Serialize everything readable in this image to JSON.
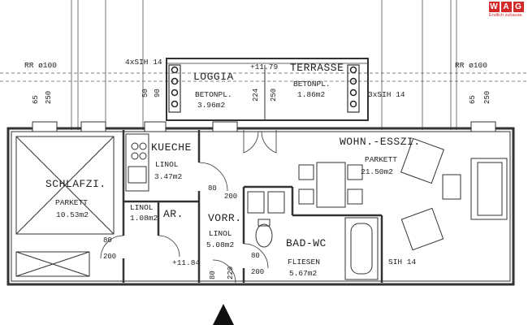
{
  "brand": {
    "letters": [
      "W",
      "A",
      "G"
    ],
    "tagline": "Endlich zuhause.",
    "color": "#d22a2a"
  },
  "rooms": {
    "loggia": {
      "name": "LOGGIA",
      "floor": "BETONPL.",
      "area": "3.96m2"
    },
    "terrasse": {
      "name": "TERRASSE",
      "floor": "BETONPL.",
      "area": "1.86m2"
    },
    "kueche": {
      "name": "KUECHE",
      "floor": "LINOL",
      "area": "3.47m2"
    },
    "wohnen": {
      "name": "WOHN.-ESSZI.",
      "floor": "PARKETT",
      "area": "21.50m2"
    },
    "schlafzi": {
      "name": "SCHLAFZI.",
      "floor": "PARKETT",
      "area": "10.53m2"
    },
    "ar": {
      "name": "AR.",
      "floor": "LINOL",
      "area": "1.08m2"
    },
    "vorr": {
      "name": "VORR.",
      "floor": "LINOL",
      "area": "5.08m2"
    },
    "bad": {
      "name": "BAD-WC",
      "floor": "FLIESEN",
      "area": "5.67m2"
    }
  },
  "annotations": {
    "rr_left": "RR ø100",
    "rr_right": "RR ø100",
    "sih_top": "4xSIH 14",
    "sih_right": "3xSIH 14",
    "sih_bottom": "SIH 14",
    "level_top": "+11.79",
    "level_bottom": "+11.84"
  },
  "dims": {
    "d65_left": "65",
    "d250_left": "250",
    "d50": "50",
    "d90": "90",
    "d224": "224",
    "d250_mid": "250",
    "d65_right": "65",
    "d250_right": "250",
    "door_kueche_w": "80",
    "door_kueche_h": "200",
    "door_schlaf_w": "80",
    "door_schlaf_h": "200",
    "door_entry_w": "80",
    "door_entry_h": "220",
    "door_bad_w": "80",
    "door_bad_h": "200"
  }
}
